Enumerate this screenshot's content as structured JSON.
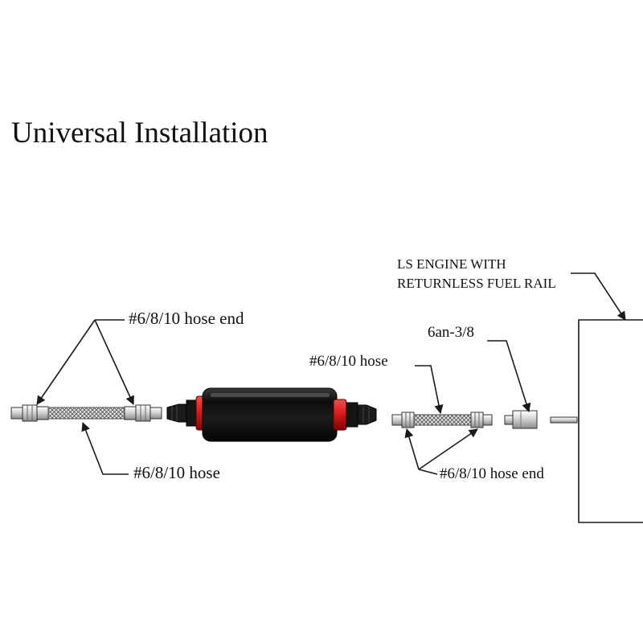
{
  "title": "Universal Installation",
  "labels": {
    "left_hose_end": "#6/8/10 hose end",
    "left_hose": "#6/8/10 hose",
    "right_hose": "#6/8/10 hose",
    "right_hose_end": "#6/8/10 hose end",
    "adapter": "6an-3/8",
    "engine_line1": "LS ENGINE WITH",
    "engine_line2": "RETURNLESS FUEL RAIL"
  },
  "colors": {
    "filter_body": "#111111",
    "filter_accent": "#d01818",
    "line": "#1a1a1a",
    "braid": "#777777"
  }
}
